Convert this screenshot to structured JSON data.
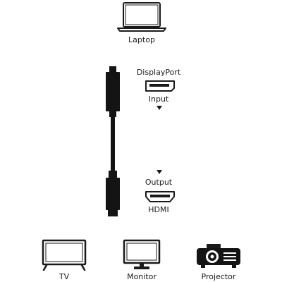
{
  "laptop": {
    "label": "Laptop"
  },
  "input_port": {
    "type": "DisplayPort",
    "direction": "Input"
  },
  "output_port": {
    "type": "HDMI",
    "direction": "Output"
  },
  "devices": [
    {
      "label": "TV"
    },
    {
      "label": "Monitor"
    },
    {
      "label": "Projector"
    }
  ],
  "colors": {
    "line": "#1a1a1a",
    "cable": "#141414"
  },
  "icons": [
    "laptop-icon",
    "displayport-icon",
    "hdmi-icon",
    "tv-icon",
    "monitor-icon",
    "projector-icon",
    "arrow-down-icon"
  ]
}
